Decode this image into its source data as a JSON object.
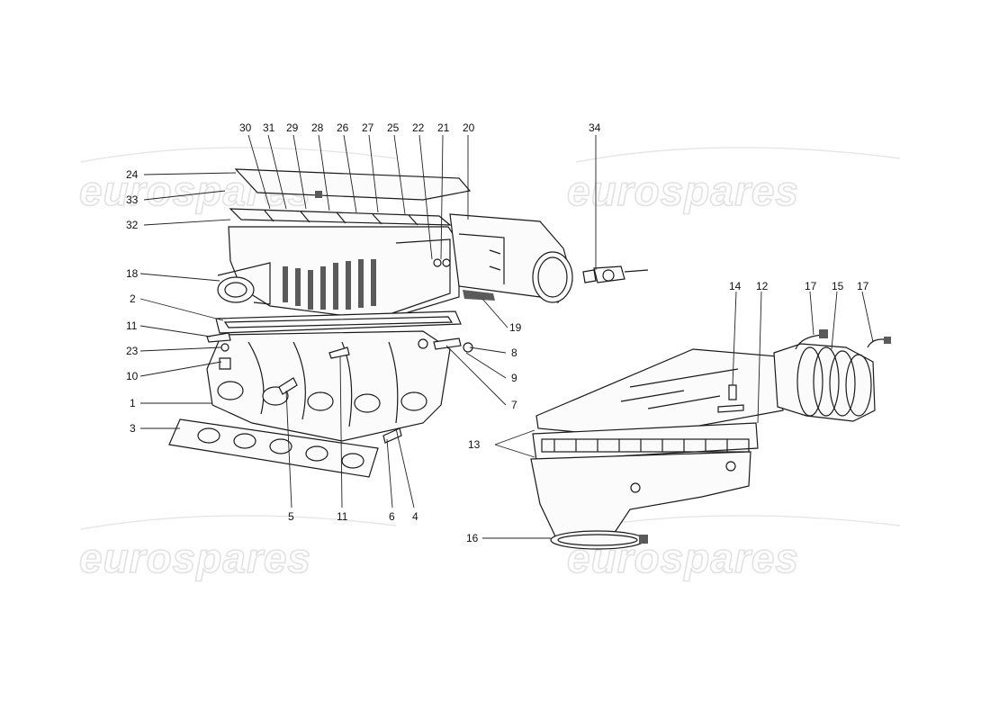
{
  "watermark": {
    "text": "eurospares"
  },
  "callouts": [
    {
      "id": "c30",
      "text": "30"
    },
    {
      "id": "c31",
      "text": "31"
    },
    {
      "id": "c29",
      "text": "29"
    },
    {
      "id": "c28",
      "text": "28"
    },
    {
      "id": "c26",
      "text": "26"
    },
    {
      "id": "c27",
      "text": "27"
    },
    {
      "id": "c25",
      "text": "25"
    },
    {
      "id": "c22",
      "text": "22"
    },
    {
      "id": "c21",
      "text": "21"
    },
    {
      "id": "c20",
      "text": "20"
    },
    {
      "id": "c34",
      "text": "34"
    },
    {
      "id": "c24",
      "text": "24"
    },
    {
      "id": "c33",
      "text": "33"
    },
    {
      "id": "c32",
      "text": "32"
    },
    {
      "id": "c18",
      "text": "18"
    },
    {
      "id": "c2",
      "text": "2"
    },
    {
      "id": "c11a",
      "text": "11"
    },
    {
      "id": "c23",
      "text": "23"
    },
    {
      "id": "c10",
      "text": "10"
    },
    {
      "id": "c1",
      "text": "1"
    },
    {
      "id": "c3",
      "text": "3"
    },
    {
      "id": "c5",
      "text": "5"
    },
    {
      "id": "c11b",
      "text": "11"
    },
    {
      "id": "c6",
      "text": "6"
    },
    {
      "id": "c4",
      "text": "4"
    },
    {
      "id": "c19",
      "text": "19"
    },
    {
      "id": "c8",
      "text": "8"
    },
    {
      "id": "c9",
      "text": "9"
    },
    {
      "id": "c7",
      "text": "7"
    },
    {
      "id": "c14",
      "text": "14"
    },
    {
      "id": "c12",
      "text": "12"
    },
    {
      "id": "c17a",
      "text": "17"
    },
    {
      "id": "c15",
      "text": "15"
    },
    {
      "id": "c17b",
      "text": "17"
    },
    {
      "id": "c13",
      "text": "13"
    },
    {
      "id": "c16",
      "text": "16"
    }
  ]
}
